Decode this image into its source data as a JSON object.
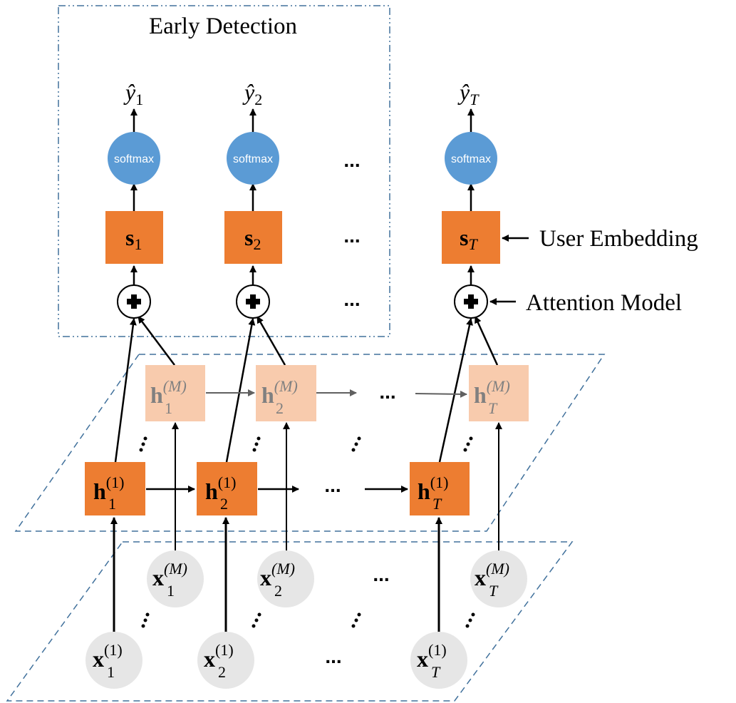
{
  "labels": {
    "early_detection": "Early Detection",
    "user_embedding": "User Embedding",
    "attention_model": "Attention Model",
    "softmax": "softmax",
    "ellipsis": "..."
  },
  "outputs": {
    "y1": {
      "base": "ŷ",
      "sub": "1"
    },
    "y2": {
      "base": "ŷ",
      "sub": "2"
    },
    "yT": {
      "base": "ŷ",
      "sub": "T"
    }
  },
  "embeddings": {
    "s1": {
      "base": "s",
      "sub": "1"
    },
    "s2": {
      "base": "s",
      "sub": "2"
    },
    "sT": {
      "base": "s",
      "sub": "T"
    }
  },
  "hidden_top": {
    "h1": {
      "base": "h",
      "sub": "1",
      "sup": "(M)"
    },
    "h2": {
      "base": "h",
      "sub": "2",
      "sup": "(M)"
    },
    "hT": {
      "base": "h",
      "sub": "T",
      "sup": "(M)"
    }
  },
  "hidden_bottom": {
    "h1": {
      "base": "h",
      "sub": "1",
      "sup": "(1)"
    },
    "h2": {
      "base": "h",
      "sub": "2",
      "sup": "(1)"
    },
    "hT": {
      "base": "h",
      "sub": "T",
      "sup": "(1)"
    }
  },
  "inputs_top": {
    "x1": {
      "base": "x",
      "sub": "1",
      "sup": "(M)"
    },
    "x2": {
      "base": "x",
      "sub": "2",
      "sup": "(M)"
    },
    "xT": {
      "base": "x",
      "sub": "T",
      "sup": "(M)"
    }
  },
  "inputs_bottom": {
    "x1": {
      "base": "x",
      "sub": "1",
      "sup": "(1)"
    },
    "x2": {
      "base": "x",
      "sub": "2",
      "sup": "(1)"
    },
    "xT": {
      "base": "x",
      "sub": "T",
      "sup": "(1)"
    }
  },
  "colors": {
    "orange": "#ED7D31",
    "light_orange": "#F8CBAD",
    "blue": "#5B9BD5",
    "gray_circle": "#E6E6E6",
    "dashed_blue": "#41719C",
    "gray_text": "#808080"
  }
}
